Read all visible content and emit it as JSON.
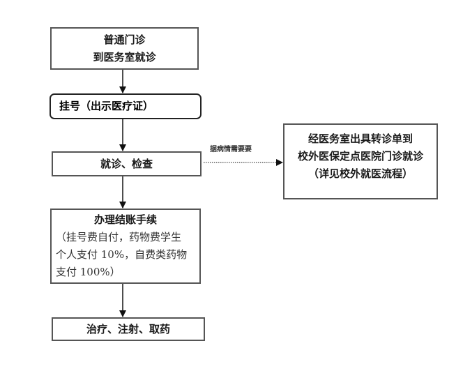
{
  "flowchart": {
    "start": {
      "line1": "普通门诊",
      "line2": "到医务室就诊"
    },
    "register": {
      "text": "挂号（出示医疗证）"
    },
    "exam": {
      "text": "就诊、检查"
    },
    "branch_label": "据病情需要要",
    "referral": {
      "line1": "经医务室出具转诊单到",
      "line2": "校外医保定点医院门诊就诊",
      "line3": "（详见校外就医流程）"
    },
    "payment": {
      "title": "办理结账手续",
      "line1": "（挂号费自付，药物费学生",
      "line2": "个人支付 10%，自费类药物",
      "line3": "支付 100%）"
    },
    "treatment": {
      "text": "治疗、注射、取药"
    }
  },
  "colors": {
    "border": "#555555",
    "arrow": "#222222"
  }
}
